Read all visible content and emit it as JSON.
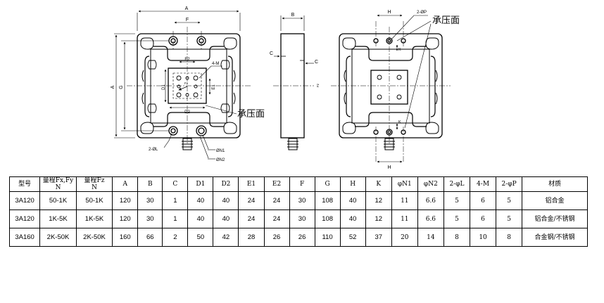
{
  "drawing": {
    "dim_labels": {
      "A": "A",
      "F": "F",
      "E2": "E2",
      "D2": "D2",
      "D1": "D1",
      "E1": "E1",
      "G": "G",
      "A_side": "A",
      "M": "4-M",
      "L": "2-ØL",
      "N1": "ØN1",
      "N2": "ØN2",
      "B": "B",
      "C_top": "C",
      "C_bottom": "C",
      "H_top": "H",
      "H_bottom": "H",
      "P": "2-ØP",
      "K_top": "K",
      "K_bottom": "K",
      "Fz_front": "Fz",
      "Fz_side": "Fz"
    },
    "bearing_face_label_1": "承压面",
    "bearing_face_label_2": "承压面"
  },
  "table": {
    "headers": [
      {
        "line1": "型号",
        "line2": ""
      },
      {
        "line1": "量程Fx,Fy",
        "line2": "N"
      },
      {
        "line1": "量程Fz",
        "line2": "N"
      },
      {
        "line1": "A",
        "line2": ""
      },
      {
        "line1": "B",
        "line2": ""
      },
      {
        "line1": "C",
        "line2": ""
      },
      {
        "line1": "D1",
        "line2": ""
      },
      {
        "line1": "D2",
        "line2": ""
      },
      {
        "line1": "E1",
        "line2": ""
      },
      {
        "line1": "E2",
        "line2": ""
      },
      {
        "line1": "F",
        "line2": ""
      },
      {
        "line1": "G",
        "line2": ""
      },
      {
        "line1": "H",
        "line2": ""
      },
      {
        "line1": "K",
        "line2": ""
      },
      {
        "line1": "φN1",
        "line2": ""
      },
      {
        "line1": "φN2",
        "line2": ""
      },
      {
        "line1": "2-φL",
        "line2": ""
      },
      {
        "line1": "4-M",
        "line2": ""
      },
      {
        "line1": "2-φP",
        "line2": ""
      },
      {
        "line1": "材质",
        "line2": ""
      }
    ],
    "rows": [
      [
        "3A120",
        "50-1K",
        "50-1K",
        "120",
        "30",
        "1",
        "40",
        "40",
        "24",
        "24",
        "30",
        "108",
        "40",
        "12",
        "11",
        "6.6",
        "5",
        "6",
        "5",
        "铝合金"
      ],
      [
        "3A120",
        "1K-5K",
        "1K-5K",
        "120",
        "30",
        "1",
        "40",
        "40",
        "24",
        "24",
        "30",
        "108",
        "40",
        "12",
        "11",
        "6.6",
        "5",
        "6",
        "5",
        "铝合金/不锈钢"
      ],
      [
        "3A160",
        "2K-50K",
        "2K-50K",
        "160",
        "66",
        "2",
        "50",
        "42",
        "28",
        "26",
        "26",
        "110",
        "52",
        "37",
        "20",
        "14",
        "8",
        "10",
        "8",
        "合金钢/不锈钢"
      ]
    ]
  }
}
